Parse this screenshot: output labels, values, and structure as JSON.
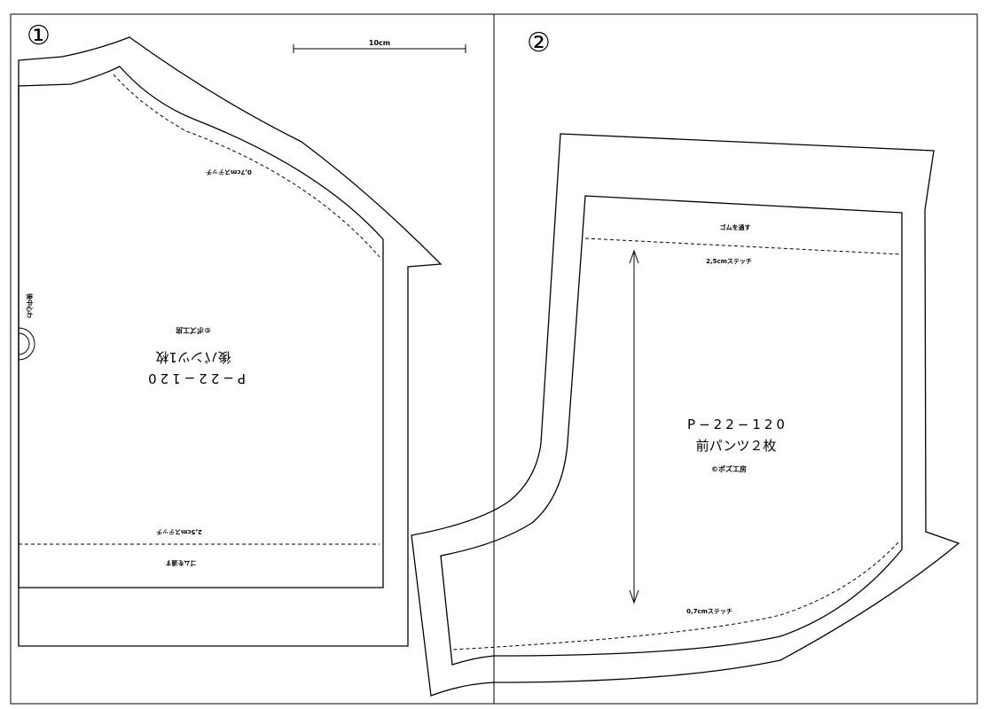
{
  "pages": [
    {
      "number": "①",
      "scale_label": "10cm",
      "code": "P−22−120",
      "name": "後パンツ1枚",
      "copyright": "©ポズ工房",
      "stitch_top": "0,7cmステッチ",
      "stitch_bottom": "2,5cmステッチ",
      "elastic": "ゴムを通す",
      "fold": "後中心わ"
    },
    {
      "number": "②",
      "code": "P−22−120",
      "name": "前パンツ２枚",
      "copyright": "©ポズ工房",
      "elastic": "ゴムを通す",
      "stitch_waist": "2,5cmステッチ",
      "stitch_hem": "0,7cmステッチ"
    }
  ]
}
